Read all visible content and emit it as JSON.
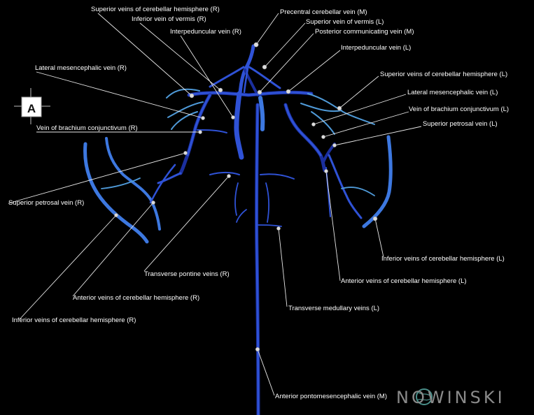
{
  "orientation": {
    "letter": "A"
  },
  "brand": {
    "text": "NOWINSKI"
  },
  "labels": {
    "sup_cereb_hem_r": "Superior veins of cerebellar hemisphere (R)",
    "precentral_m": "Precentral cerebellar vein (M)",
    "inf_vermis_r": "Inferior vein of vermis (R)",
    "sup_vermis_l": "Superior vein of vermis (L)",
    "interped_r": "Interpeduncular vein (R)",
    "post_comm_m": "Posterior communicating vein (M)",
    "interped_l": "Interpeduncular vein (L)",
    "lat_mes_r": "Lateral mesencephalic vein (R)",
    "sup_cereb_hem_l": "Superior veins of cerebellar hemisphere (L)",
    "lat_mes_l": "Lateral mesencephalic vein (L)",
    "brach_conj_l": "Vein of brachium conjunctivum (L)",
    "brach_conj_r": "Vein of brachium conjunctivum (R)",
    "sup_petrosal_l": "Superior petrosal vein (L)",
    "sup_petrosal_r": "Superior petrosal vein (R)",
    "inf_cereb_hem_l": "Inferior veins of cerebellar hemisphere (L)",
    "trans_pontine_r": "Transverse pontine veins (R)",
    "ant_cereb_hem_l": "Anterior veins of cerebellar hemisphere (L)",
    "ant_cereb_hem_r": "Anterior veins of cerebellar hemisphere (R)",
    "trans_medullary_l": "Transverse medullary veins (L)",
    "inf_cereb_hem_r": "Inferior veins of cerebellar hemisphere (R)",
    "ant_pontomes_m": "Anterior pontomesencephalic vein (M)"
  }
}
